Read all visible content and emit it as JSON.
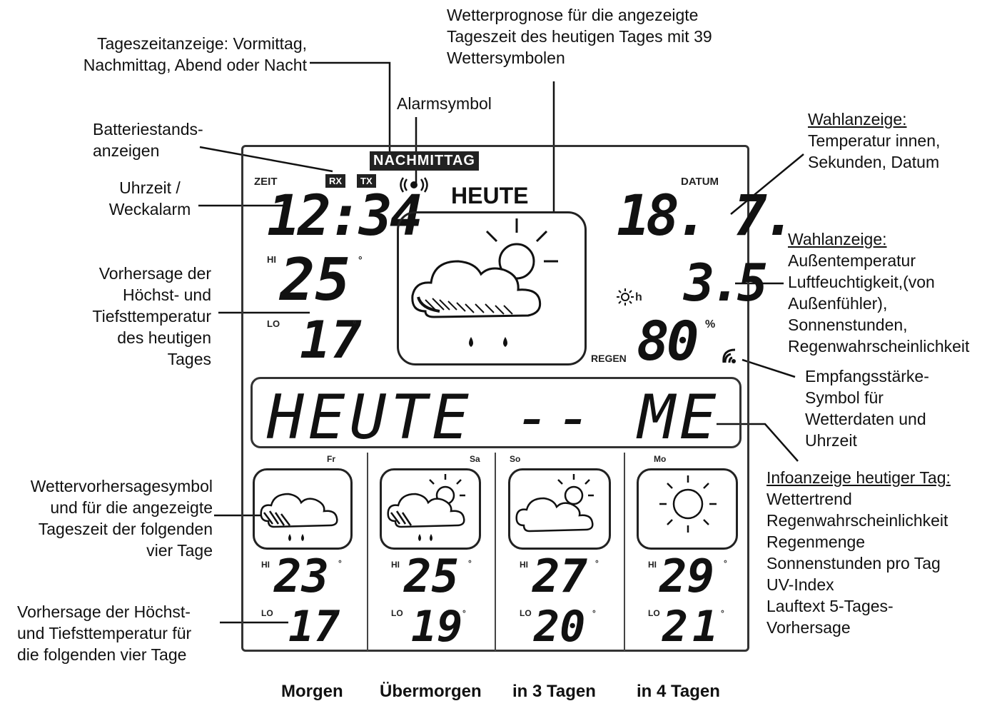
{
  "annotations": {
    "tageszeit": [
      "Tageszeitanzeige: Vormittag,",
      "Nachmittag, Abend oder Nacht"
    ],
    "wetterprognose": [
      "Wetterprognose für die angezeigte",
      "Tageszeit des heutigen Tages mit 39",
      "Wettersymbolen"
    ],
    "alarm": "Alarmsymbol",
    "batterie": [
      "Batteriestands-",
      "anzeigen"
    ],
    "uhrzeit": [
      "Uhrzeit /",
      "Weckalarm"
    ],
    "vorhersage_heute": [
      "Vorhersage der",
      "Höchst- und",
      "Tiefsttemperatur",
      "des heutigen",
      "Tages"
    ],
    "wahl1_title": "Wahlanzeige:",
    "wahl1_lines": [
      "Temperatur innen,",
      "Sekunden, Datum"
    ],
    "wahl2_title": "Wahlanzeige:",
    "wahl2_lines": [
      "Außentemperatur",
      "Luftfeuchtigkeit,(von",
      "Außenfühler),",
      "Sonnenstunden,",
      "Regenwahrscheinlichkeit"
    ],
    "empfang": [
      "Empfangsstärke-",
      "Symbol für",
      "Wetterdaten und",
      "Uhrzeit"
    ],
    "info_title": "Infoanzeige heutiger Tag:",
    "info_lines": [
      "Wettertrend",
      "Regenwahrscheinlichkeit",
      "Regenmenge",
      "Sonnenstunden pro Tag",
      "UV-Index",
      "Lauftext 5-Tages-",
      "Vorhersage"
    ],
    "symbol_folgetage": [
      "Wettervorhersagesymbol",
      "und für die angezeigte",
      "Tageszeit der folgenden",
      "vier Tage"
    ],
    "temp_folgetage": [
      "Vorhersage der Höchst-",
      "und Tiefsttemperatur für",
      "die folgenden vier Tage"
    ]
  },
  "display": {
    "tageszeit": "NACHMITTAG",
    "rx": "RX",
    "tx": "TX",
    "zeit_label": "ZEIT",
    "time": "12:34",
    "heute_label": "HEUTE",
    "datum_label": "DATUM",
    "date": "18. 7.",
    "hi_label": "HI",
    "lo_label": "LO",
    "hi_today": "25",
    "lo_today": "17",
    "degree": "°",
    "outdoor_value": "3.5",
    "sun_label": "h",
    "regen_label": "REGEN",
    "rain_value": "80",
    "percent": "%",
    "ticker": "HEUTE -- ME"
  },
  "forecast": [
    {
      "day": "Fr",
      "hi": "23",
      "lo": "17",
      "icon": "cloud-rain-icon",
      "label": "Morgen"
    },
    {
      "day": "Sa",
      "hi": "25",
      "lo": "19",
      "icon": "sun-cloud-rain-icon",
      "label": "Übermorgen"
    },
    {
      "day": "So",
      "hi": "27",
      "lo": "20",
      "icon": "sun-cloud-icon",
      "label": "in 3 Tagen"
    },
    {
      "day": "Mo",
      "hi": "29",
      "lo": "21",
      "icon": "sun-icon",
      "label": "in 4 Tagen"
    }
  ]
}
